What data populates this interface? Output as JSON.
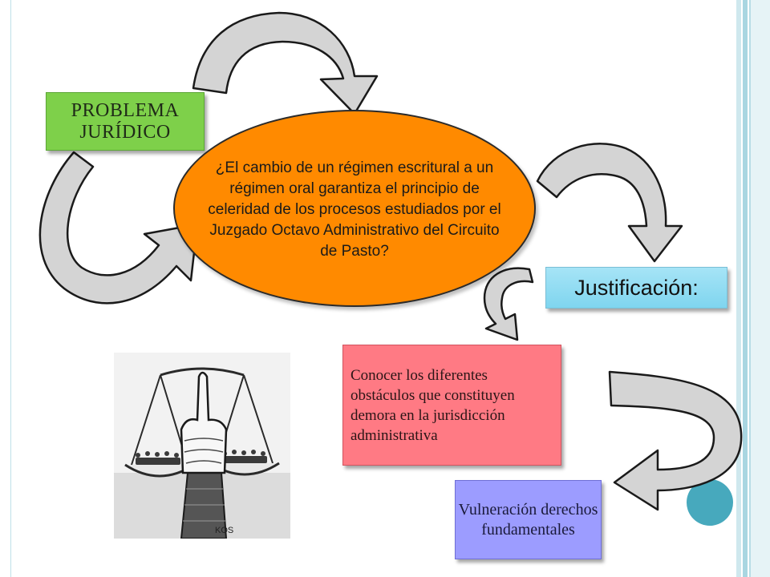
{
  "slide": {
    "problem_label": "PROBLEMA JURÍDICO",
    "research_question": "¿El cambio de un régimen escritural a un régimen oral garantiza el principio de  celeridad de los procesos estudiados por el Juzgado Octavo Administrativo del Circuito  de Pasto?",
    "justification_label": "Justificación:",
    "objective_text": "Conocer los diferentes obstáculos que constituyen demora en la jurisdicción administrativa",
    "rights_text": "Vulneración derechos fundamentales",
    "illustration_signature": "KOS"
  },
  "colors": {
    "problem_box": "#7ed04a",
    "question_oval": "#ff8a00",
    "justification_box": "#8fdcf2",
    "objective_box": "#ff7a84",
    "rights_box": "#9c9cff",
    "arrow_fill": "#d4d4d4",
    "accent_dot": "#47a9bd"
  }
}
